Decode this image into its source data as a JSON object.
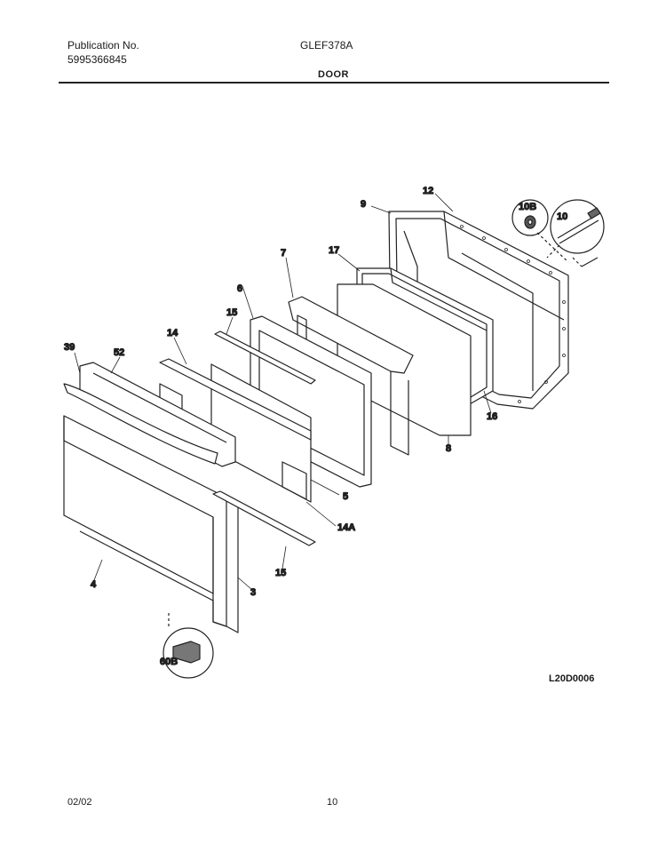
{
  "header": {
    "publication_label": "Publication No.",
    "publication_number": "5995366845",
    "model": "GLEF378A",
    "section": "DOOR"
  },
  "parts": [
    {
      "key": "p39",
      "label": "39"
    },
    {
      "key": "p52",
      "label": "52"
    },
    {
      "key": "p14",
      "label": "14"
    },
    {
      "key": "p15a",
      "label": "15"
    },
    {
      "key": "p6",
      "label": "6"
    },
    {
      "key": "p7",
      "label": "7"
    },
    {
      "key": "p17",
      "label": "17"
    },
    {
      "key": "p9",
      "label": "9"
    },
    {
      "key": "p12",
      "label": "12"
    },
    {
      "key": "p10b",
      "label": "10B"
    },
    {
      "key": "p10",
      "label": "10"
    },
    {
      "key": "p16",
      "label": "16"
    },
    {
      "key": "p8",
      "label": "8"
    },
    {
      "key": "p5",
      "label": "5"
    },
    {
      "key": "p14a",
      "label": "14A"
    },
    {
      "key": "p15b",
      "label": "15"
    },
    {
      "key": "p3",
      "label": "3"
    },
    {
      "key": "p4",
      "label": "4"
    },
    {
      "key": "p60b",
      "label": "60B"
    }
  ],
  "drawing_code": "L20D0006",
  "footer": {
    "date": "02/02",
    "page": "10"
  }
}
